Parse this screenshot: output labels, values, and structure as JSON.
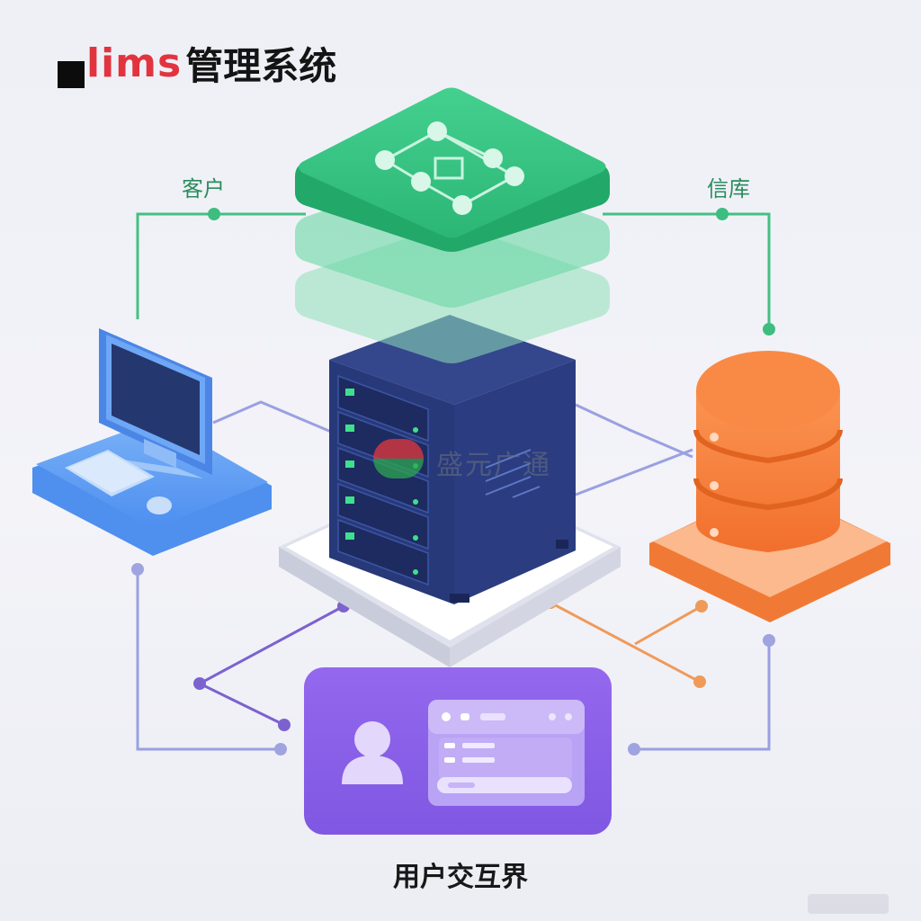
{
  "title": {
    "brand": "lims",
    "rest": "管理系统"
  },
  "labels": {
    "client": "客户",
    "database": "信库",
    "ui": "用户交互界"
  },
  "watermark": {
    "text": "盛元广通"
  },
  "colors": {
    "green": "#3cc887",
    "navy": "#2a3a78",
    "orange": "#f5833f",
    "blue": "#5e9cf2",
    "purple": "#8a62e6",
    "lineGreen": "#3dbd7f",
    "lineBlue": "#8e93d8",
    "lineOrange": "#f09a5a"
  },
  "icons": [
    "square-bullet-icon",
    "network-nodes-icon",
    "desktop-computer-icon",
    "keyboard-icon",
    "mouse-icon",
    "server-rack-icon",
    "database-stack-icon",
    "user-avatar-icon"
  ]
}
